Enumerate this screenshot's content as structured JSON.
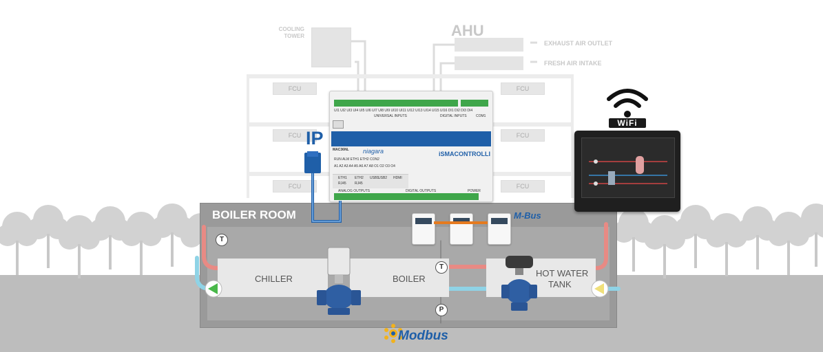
{
  "building": {
    "ahu_label": "AHU",
    "cooling_tower_label": "COOLING\nTOWER",
    "exhaust_label": "EXHAUST AIR OUTLET",
    "fresh_air_label": "FRESH AIR INTAKE",
    "fcu_label": "FCU"
  },
  "controller": {
    "model": "MAC36NL",
    "brand": "iSMACONTROLLI",
    "niagara": "niagara",
    "top_row_labels": "UI1 UI2 UI3 UI4 UI5 UI6 UI7 UI8 UI9 UI10 UI11 UI12 UI13 UI14 UI15 UI16  DI1 DI2 DI3 DI4",
    "universal_inputs": "UNIVERSAL INPUTS",
    "digital_inputs": "DIGITAL INPUTS",
    "com1": "COM1",
    "led_labels": "RUN  ALM  ETH1  ETH2  CON2",
    "ao_labels": "A1  A2  A3  A4  A5  A6  A7  A8  O1  O2  O3  O4",
    "eth1": "ETH1",
    "eth2": "ETH2",
    "rj45a": "RJ45",
    "rj45b": "RJ45",
    "usb1": "USB1",
    "usb2": "USB2",
    "hdmi": "HDMI",
    "analog_outputs": "ANALOG OUTPUTS",
    "digital_outputs": "DIGITAL OUTPUTS",
    "power": "POWER"
  },
  "labels": {
    "ip": "IP",
    "wifi": "WiFi",
    "mbus": "M-Bus",
    "modbus": "Modbus"
  },
  "boiler_room": {
    "title": "BOILER ROOM",
    "chiller": "CHILLER",
    "boiler": "BOILER",
    "hot_water_tank_line1": "HOT WATER",
    "hot_water_tank_line2": "TANK",
    "sensor_t": "T",
    "sensor_p": "P"
  },
  "colors": {
    "pipe_hot": "#e88a84",
    "pipe_cold": "#8fd3e6",
    "controller_blue": "#1f5fa8",
    "terminal_green": "#3fa64a",
    "pump_green": "#49b84a",
    "pump_yellow": "#f0e07a",
    "valve_blue": "#2f5fa3"
  }
}
